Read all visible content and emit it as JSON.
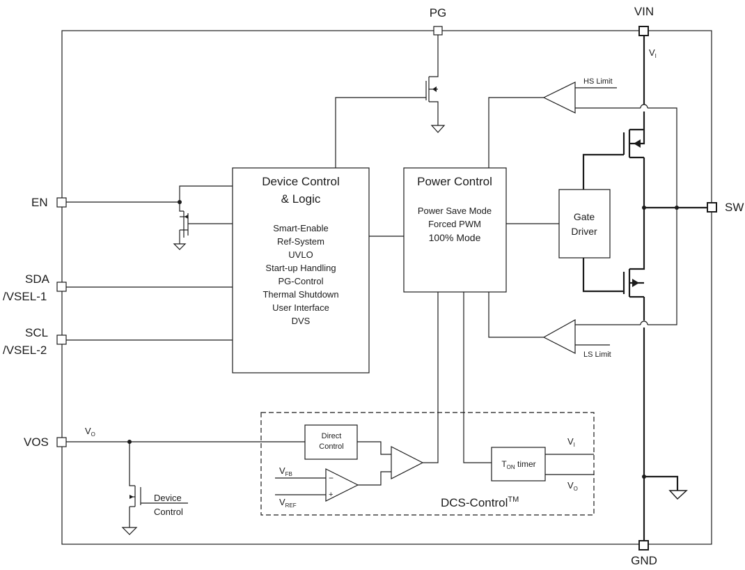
{
  "pins": {
    "pg": "PG",
    "vin": "VIN",
    "en": "EN",
    "sda_line1": "SDA",
    "sda_line2": "/VSEL-1",
    "scl_line1": "SCL",
    "scl_line2": "/VSEL-2",
    "vos": "VOS",
    "sw": "SW",
    "gnd": "GND"
  },
  "blocks": {
    "device_control": {
      "title_line1": "Device Control",
      "title_line2": "& Logic",
      "functions": [
        "Smart-Enable",
        "Ref-System",
        "UVLO",
        "Start-up Handling",
        "PG-Control",
        "Thermal Shutdown",
        "User Interface",
        "DVS"
      ]
    },
    "power_control": {
      "title": "Power Control",
      "modes": [
        "Power Save Mode",
        "Forced PWM",
        "100% Mode"
      ]
    },
    "gate_driver": {
      "line1": "Gate",
      "line2": "Driver"
    },
    "direct_control": {
      "line1": "Direct",
      "line2": "Control"
    },
    "ton_timer": {
      "main": "T",
      "sub": "ON",
      "rest": " timer"
    },
    "dcs_control": {
      "main": "DCS-Control",
      "sup": "TM"
    }
  },
  "labels": {
    "hs_limit": "HS Limit",
    "ls_limit": "LS Limit",
    "vi_main": "V",
    "vi_sub": "I",
    "vo_main": "V",
    "vo_sub": "O",
    "vfb_main": "V",
    "vfb_sub": "FB",
    "vref_main": "V",
    "vref_sub": "REF",
    "opamp_minus": "−",
    "opamp_plus": "+",
    "device_control_line1": "Device",
    "device_control_line2": "Control"
  }
}
